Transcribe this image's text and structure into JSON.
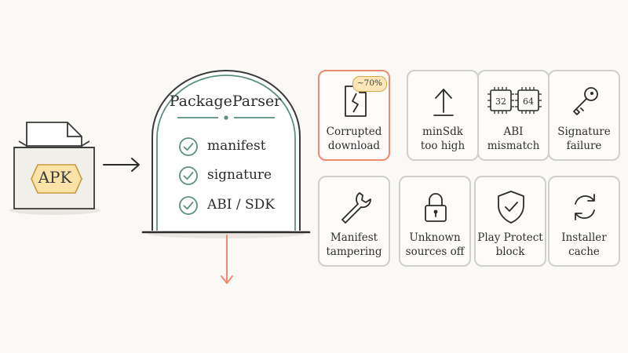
{
  "apk": {
    "label": "APK"
  },
  "parser": {
    "title": "PackageParser",
    "checks": [
      {
        "label": "manifest"
      },
      {
        "label": "signature"
      },
      {
        "label": "ABI / SDK"
      }
    ]
  },
  "failures": [
    {
      "label": "Corrupted\ndownload",
      "icon": "broken-file-icon",
      "badge": "~70%",
      "highlight": true
    },
    {
      "label": "minSdk\ntoo high",
      "icon": "upload-arrow-icon"
    },
    {
      "label": "ABI\nmismatch",
      "icon": "cpu-chips-icon",
      "chips": [
        "32",
        "64"
      ]
    },
    {
      "label": "Signature\nfailure",
      "icon": "key-icon"
    },
    {
      "label": "Manifest\ntampering",
      "icon": "wrench-icon"
    },
    {
      "label": "Unknown\nsources off",
      "icon": "padlock-icon"
    },
    {
      "label": "Play Protect\nblock",
      "icon": "shield-check-icon"
    },
    {
      "label": "Installer\ncache",
      "icon": "refresh-cycle-icon"
    }
  ],
  "colors": {
    "accent": "#ee8a6e",
    "check": "#5c8f80",
    "badge_fill": "#fde7b8",
    "apk_tag": "#fbe3a8"
  }
}
